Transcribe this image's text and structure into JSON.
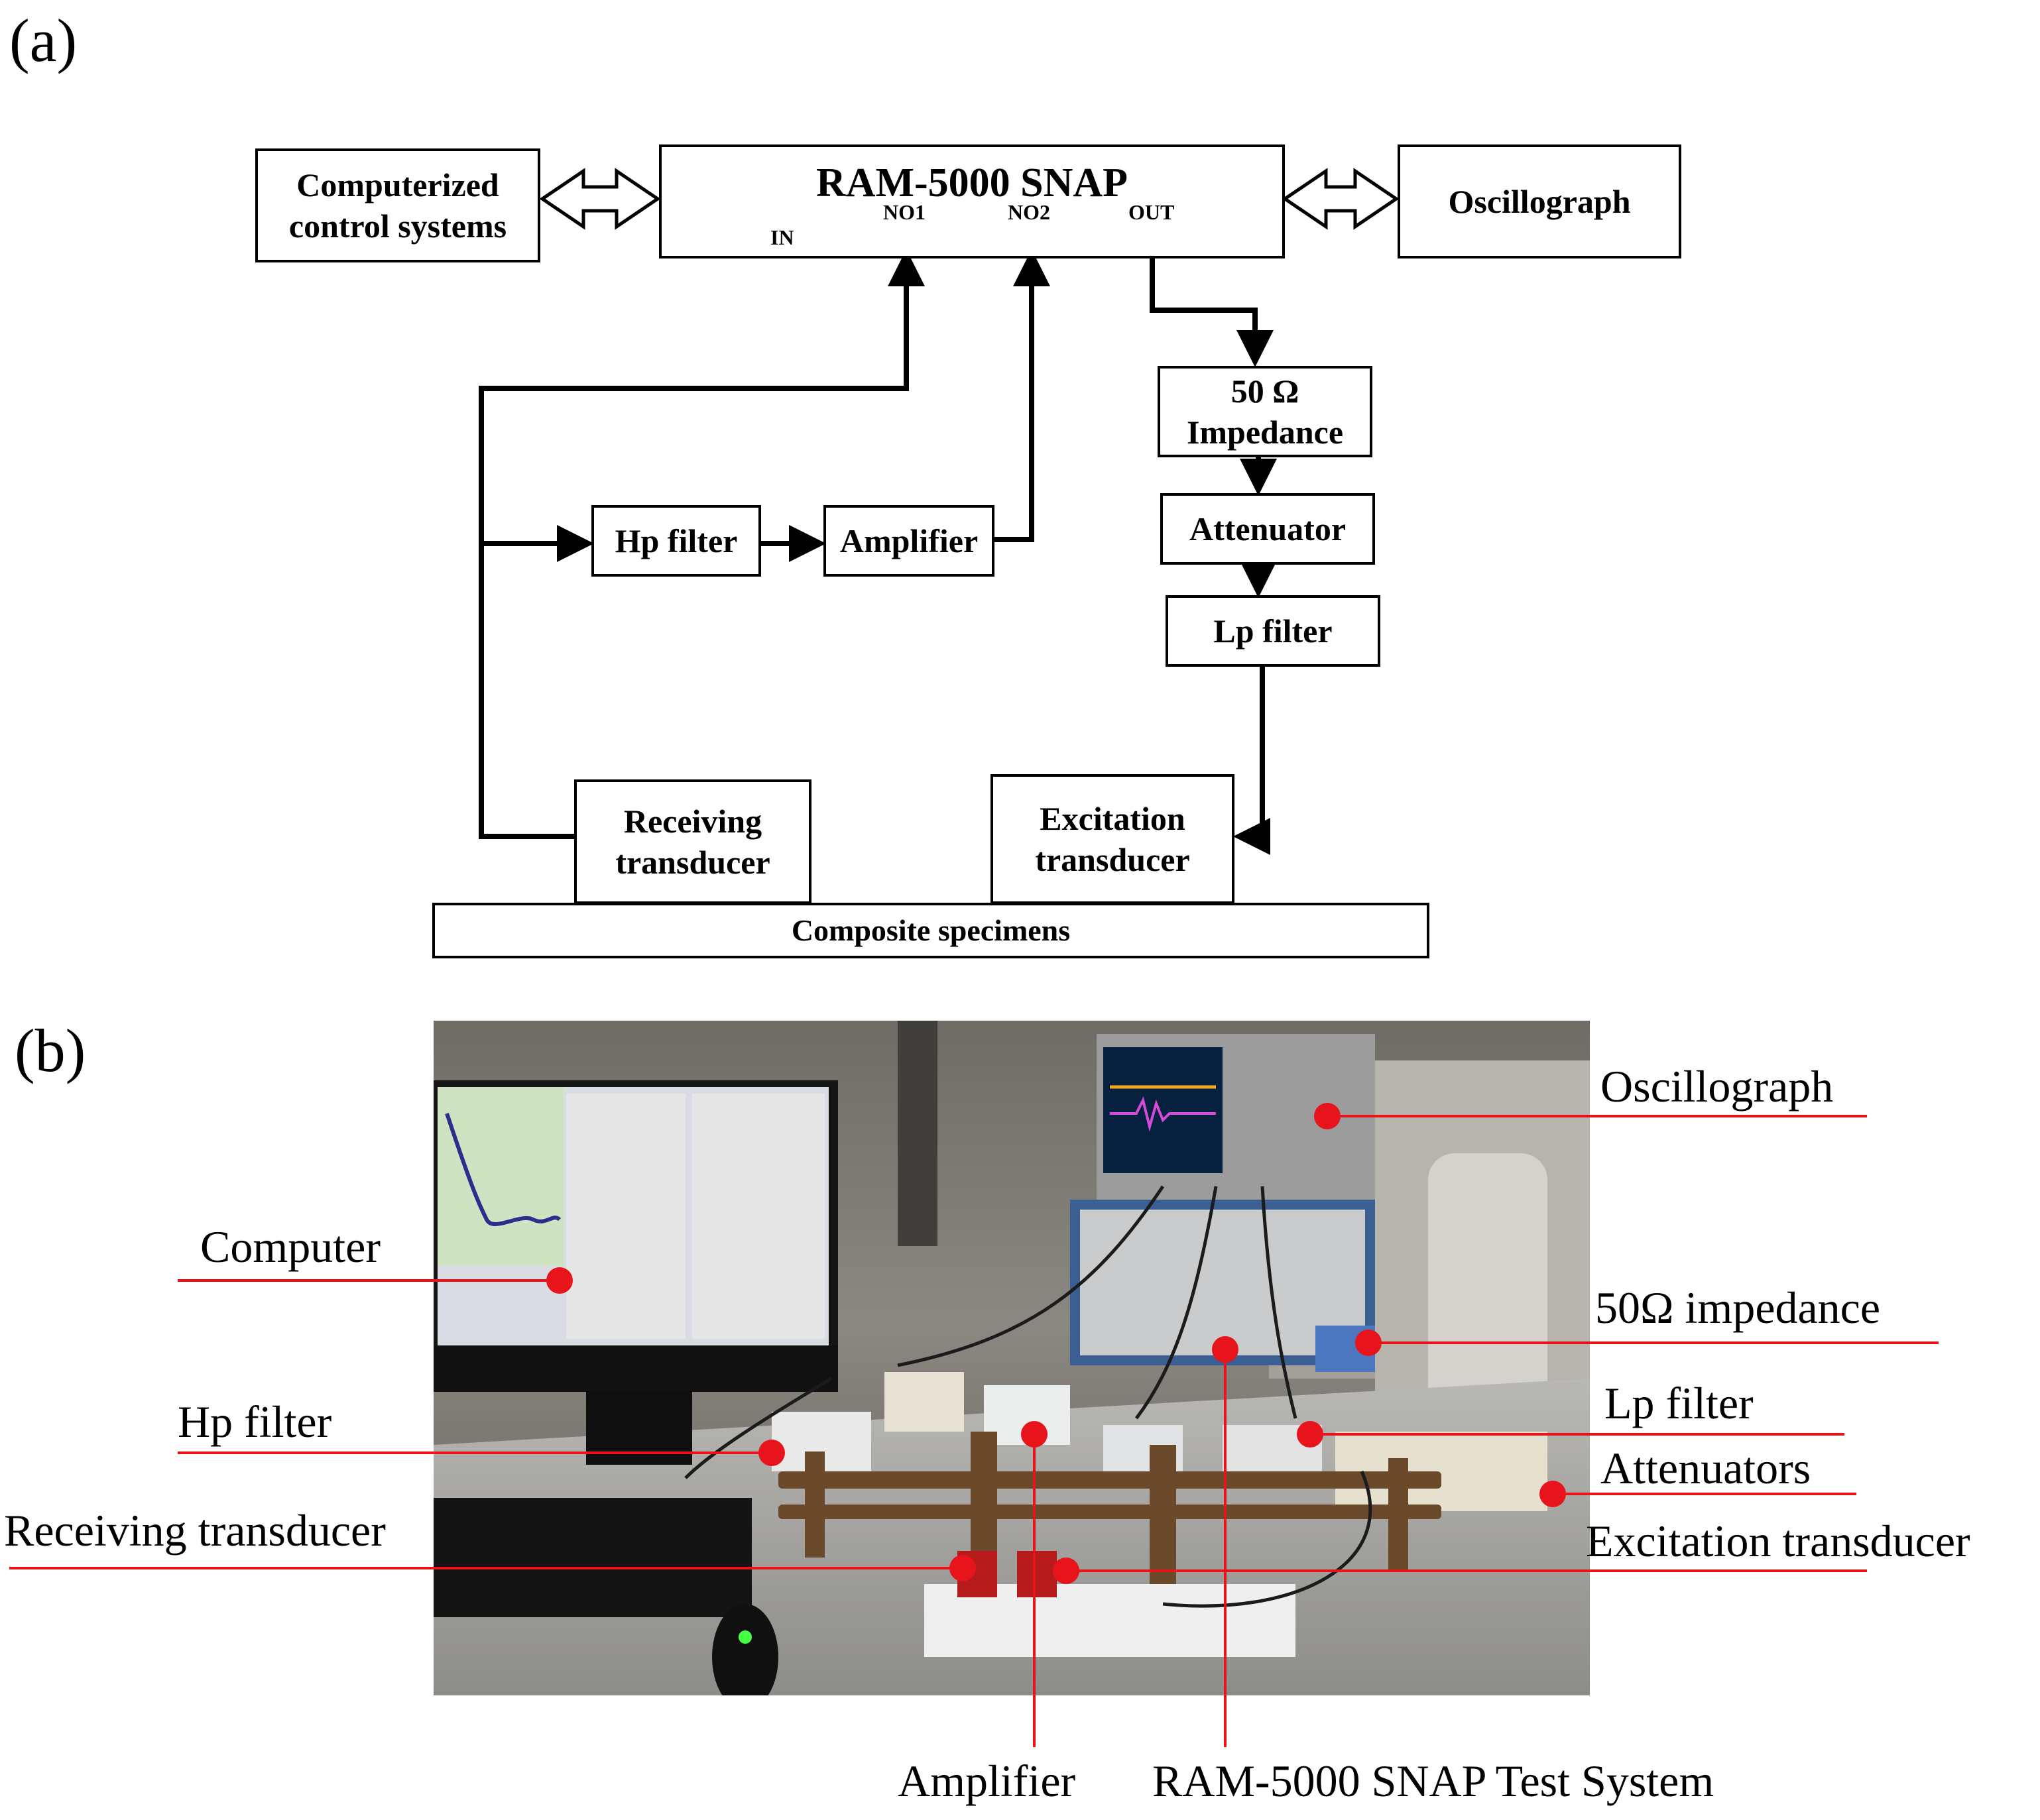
{
  "panel_a": {
    "label": "(a)",
    "boxes": {
      "computer": "Computerized control systems",
      "ram_title": "RAM-5000 SNAP",
      "oscillograph": "Oscillograph",
      "impedance": "50 Ω Impedance",
      "attenuator": "Attenuator",
      "lp_filter": "Lp filter",
      "hp_filter": "Hp filter",
      "amplifier": "Amplifier",
      "receiving": "Receiving transducer",
      "excitation": "Excitation transducer",
      "specimen": "Composite specimens"
    },
    "ports": {
      "in": "IN",
      "no1": "NO1",
      "no2": "NO2",
      "out": "OUT"
    }
  },
  "panel_b": {
    "label": "(b)",
    "callouts": {
      "oscillograph": "Oscillograph",
      "computer": "Computer",
      "impedance": "50Ω impedance",
      "hp_filter": "Hp filter",
      "lp_filter": "Lp filter",
      "attenuators": "Attenuators",
      "receiving": "Receiving transducer",
      "excitation": "Excitation  transducer",
      "amplifier": "Amplifier",
      "ram": "RAM-5000 SNAP Test System"
    }
  },
  "colors": {
    "callout_line": "#e8141c",
    "marker": "#e8141c"
  }
}
